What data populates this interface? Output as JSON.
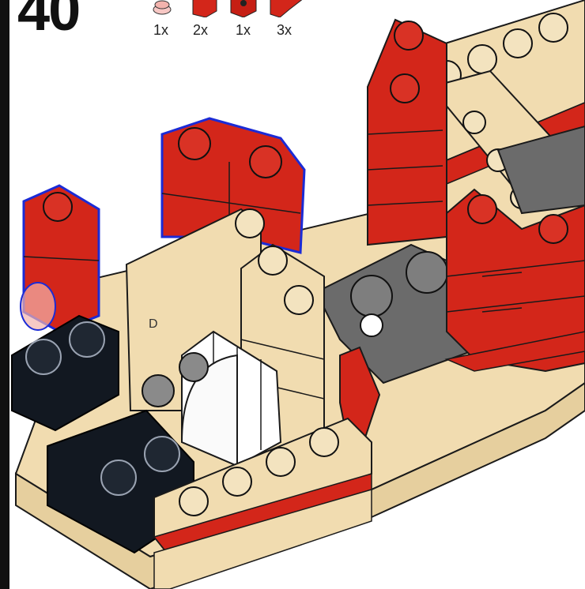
{
  "step": {
    "number": "40"
  },
  "parts": [
    {
      "icon": "trans-clear-round-plate-1x1",
      "qty": "1x"
    },
    {
      "icon": "red-brick-slope-1",
      "qty": "2x"
    },
    {
      "icon": "red-brick-with-pin-hole",
      "qty": "1x"
    },
    {
      "icon": "red-brick-slope-2",
      "qty": "3x"
    }
  ],
  "colors": {
    "red": "#d3261a",
    "tan": "#f1dcb0",
    "black": "#121821",
    "dark_gray": "#6b6b6b",
    "white": "#ffffff",
    "outline": "#1a1a1a",
    "highlight": "#1b2bd6"
  },
  "labels": {
    "door_mark": "D"
  }
}
